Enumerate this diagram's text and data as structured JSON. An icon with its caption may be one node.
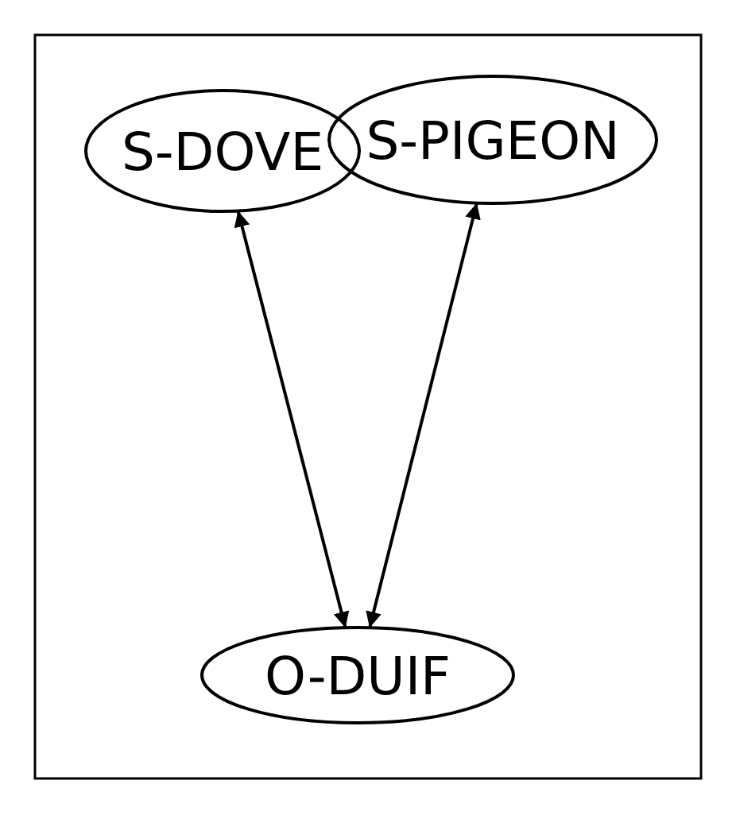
{
  "diagram": {
    "nodes": [
      {
        "text": [
          "S-DOVE"
        ]
      },
      {
        "text": [
          "S-PIGEON"
        ]
      },
      {
        "text": [
          "O-DUIF"
        ]
      }
    ],
    "edges": [
      {
        "from": 0,
        "to": 2,
        "arrow": "both"
      },
      {
        "from": 1,
        "to": 2,
        "arrow": "both"
      }
    ]
  }
}
